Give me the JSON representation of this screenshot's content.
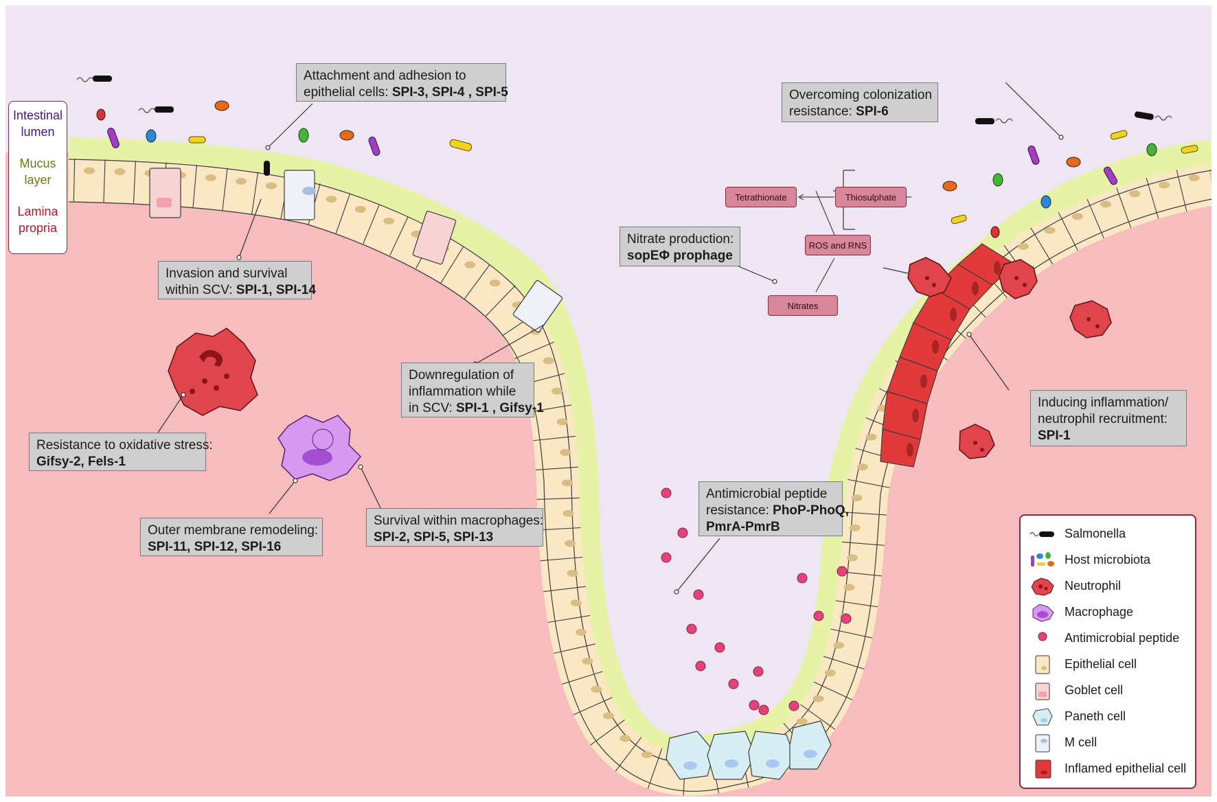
{
  "zones": {
    "lumen": [
      "Intestinal",
      "lumen"
    ],
    "mucus": [
      "Mucus",
      "layer"
    ],
    "lamina": [
      "Lamina",
      "propria"
    ]
  },
  "callouts": {
    "attachment": {
      "line1": "Attachment and adhesion to",
      "line2_prefix": "epithelial cells: ",
      "line2_bold": "SPI-3, SPI-4 , SPI-5"
    },
    "invasion": {
      "line1": "Invasion and survival",
      "line2_prefix": "within SCV: ",
      "line2_bold": "SPI-1, SPI-14"
    },
    "colonization": {
      "line1": "Overcoming colonization",
      "line2_prefix": "resistance: ",
      "line2_bold": "SPI-6"
    },
    "nitrate": {
      "line1": "Nitrate production:",
      "line2_bold": "sopEΦ prophage"
    },
    "downregulation": {
      "line1": "Downregulation of",
      "line2": "inflammation while",
      "line3_prefix": "in SCV: ",
      "line3_bold": "SPI-1 , Gifsy-1"
    },
    "inflammation": {
      "line1": "Inducing inflammation/",
      "line2": "neutrophil recruitment:",
      "line3_bold": "SPI-1"
    },
    "oxidative": {
      "line1": "Resistance to oxidative stress:",
      "line2_bold": "Gifsy-2, Fels-1"
    },
    "outer_membrane": {
      "line1": "Outer membrane remodeling:",
      "line2_bold": "SPI-11, SPI-12, SPI-16"
    },
    "macrophage_survival": {
      "line1": "Survival within macrophages:",
      "line2_bold": "SPI-2, SPI-5, SPI-13"
    },
    "amp": {
      "line1": "Antimicrobial peptide",
      "line2_prefix": "resistance: ",
      "line2_bold": "PhoP-PhoQ,",
      "line3_bold": "PmrA-PmrB"
    }
  },
  "pathway": {
    "tetrathionate": "Tetrathionate",
    "thiosulphate": "Thiosulphate",
    "ros_rns": "ROS and RNS",
    "nitrates": "Nitrates"
  },
  "legend": [
    {
      "icon": "salmonella-icon",
      "label": "Salmonella"
    },
    {
      "icon": "host-microbiota-icon",
      "label": "Host microbiota"
    },
    {
      "icon": "neutrophil-icon",
      "label": "Neutrophil"
    },
    {
      "icon": "macrophage-icon",
      "label": "Macrophage"
    },
    {
      "icon": "antimicrobial-peptide-icon",
      "label": "Antimicrobial peptide"
    },
    {
      "icon": "epithelial-cell-icon",
      "label": "Epithelial cell"
    },
    {
      "icon": "goblet-cell-icon",
      "label": "Goblet cell"
    },
    {
      "icon": "paneth-cell-icon",
      "label": "Paneth cell"
    },
    {
      "icon": "m-cell-icon",
      "label": "M cell"
    },
    {
      "icon": "inflamed-epithelial-cell-icon",
      "label": "Inflamed epithelial cell"
    }
  ],
  "colors": {
    "lumen": "#efe6f3",
    "lamina": "#f7bcbd",
    "mucus": "#e6f3a6",
    "epithelial": "#f9e8c3",
    "nucleus": "#d9bd84",
    "goblet": "#f7d3d4",
    "paneth": "#d7eef5",
    "inflamed": "#e23a3a",
    "peptide": "#e2447a",
    "neutrophil": "#e0444c",
    "macrophage": "#d59af0",
    "callout": "#cfcfcf",
    "pathway_box": "#d8879b"
  }
}
